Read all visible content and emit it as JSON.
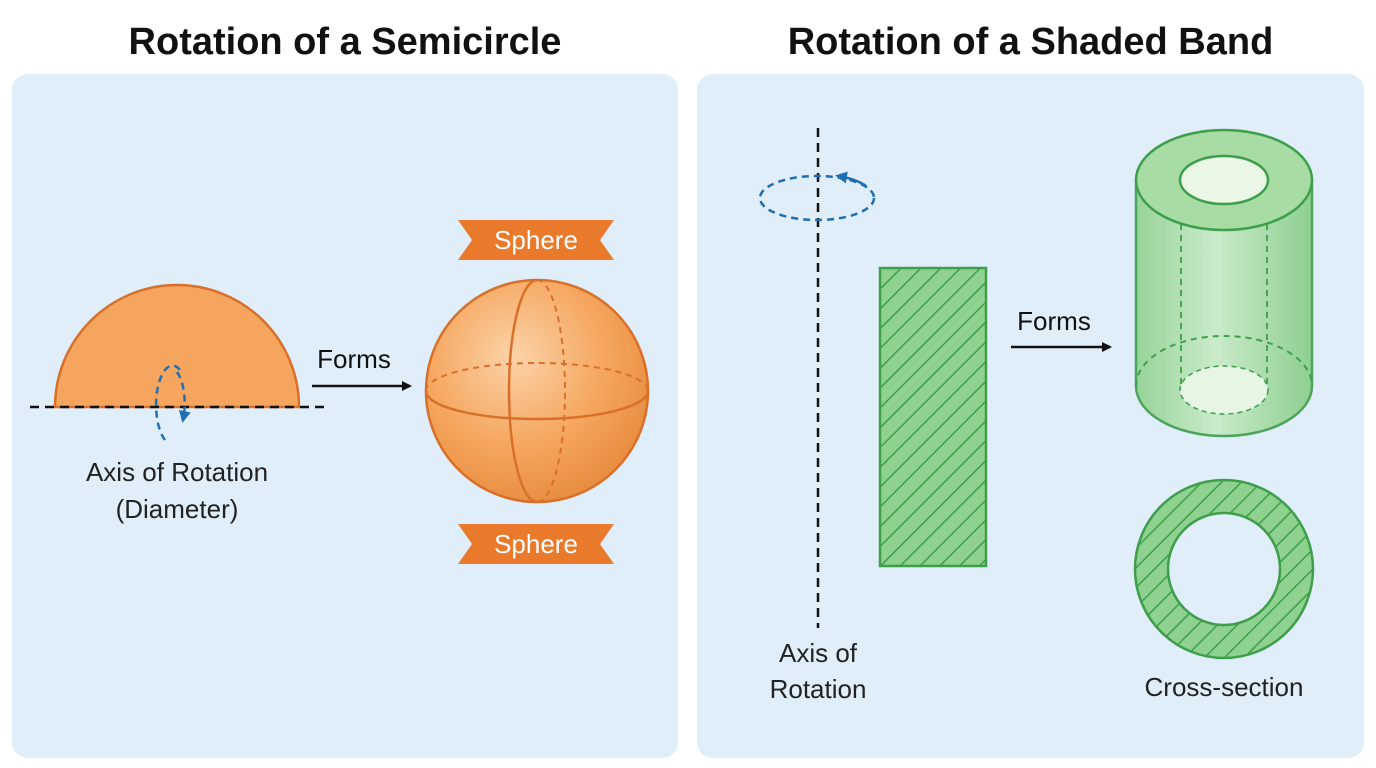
{
  "left": {
    "title": "Rotation of a Semicircle",
    "forms_label": "Forms",
    "axis_label_line1": "Axis of Rotation",
    "axis_label_line2": "(Diameter)",
    "banner_top": "Sphere",
    "banner_bottom": "Sphere"
  },
  "right": {
    "title": "Rotation of a Shaded Band",
    "forms_label": "Forms",
    "axis_label_line1": "Axis of",
    "axis_label_line2": "Rotation",
    "cross_section_label": "Cross-section"
  },
  "colors": {
    "panel_bg": "#dfeef9",
    "orange_fill": "#f5a55d",
    "orange_stroke": "#d9702a",
    "banner": "#ea7a2b",
    "green_fill": "#8fd18f",
    "green_stroke": "#3e9e4a",
    "rotation_arrow": "#1f6fb2"
  }
}
